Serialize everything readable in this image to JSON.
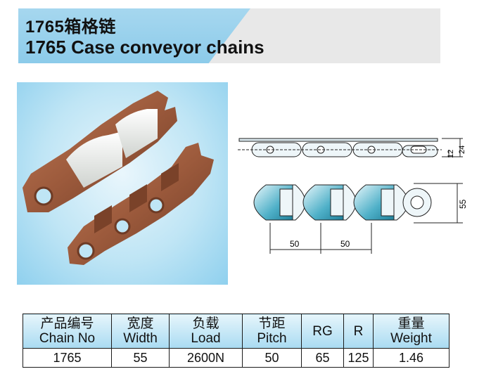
{
  "title": {
    "chinese": "1765箱格链",
    "english": "1765 Case conveyor chains"
  },
  "drawing": {
    "dim_12": "12",
    "dim_24": "24",
    "dim_55": "55",
    "dim_pitch_1": "50",
    "dim_pitch_2": "50"
  },
  "table": {
    "headers": [
      {
        "cn": "产品编号",
        "en": "Chain No"
      },
      {
        "cn": "宽度",
        "en": "Width"
      },
      {
        "cn": "负载",
        "en": "Load"
      },
      {
        "cn": "节距",
        "en": "Pitch"
      },
      {
        "cn": "",
        "en": "RG"
      },
      {
        "cn": "",
        "en": "R"
      },
      {
        "cn": "重量",
        "en": "Weight"
      }
    ],
    "row": [
      "1765",
      "55",
      "2600N",
      "50",
      "65",
      "125",
      "1.46"
    ]
  },
  "colors": {
    "banner_blue": "#9fd3ee",
    "chain_brown": "#9c5a3c",
    "drawing_teal": "#2f8fa8"
  }
}
